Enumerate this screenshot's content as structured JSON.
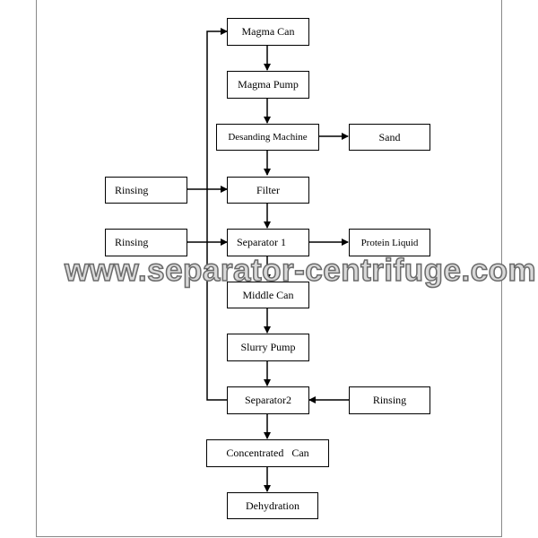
{
  "nodes": {
    "magma_can": "Magma Can",
    "magma_pump": "Magma Pump",
    "desanding_machine": "Desanding Machine",
    "sand": "Sand",
    "rinsing_1": "Rinsing",
    "filter": "Filter",
    "rinsing_2": "Rinsing",
    "separator_1": "Separator 1",
    "protein_liquid": "Protein Liquid",
    "middle_can": "Middle Can",
    "slurry_pump": "Slurry Pump",
    "separator_2": "Separator2",
    "rinsing_3": "Rinsing",
    "concentrated_can": "Concentrated   Can",
    "dehydration": "Dehydration"
  },
  "watermark": "www.separator-centrifuge.com"
}
